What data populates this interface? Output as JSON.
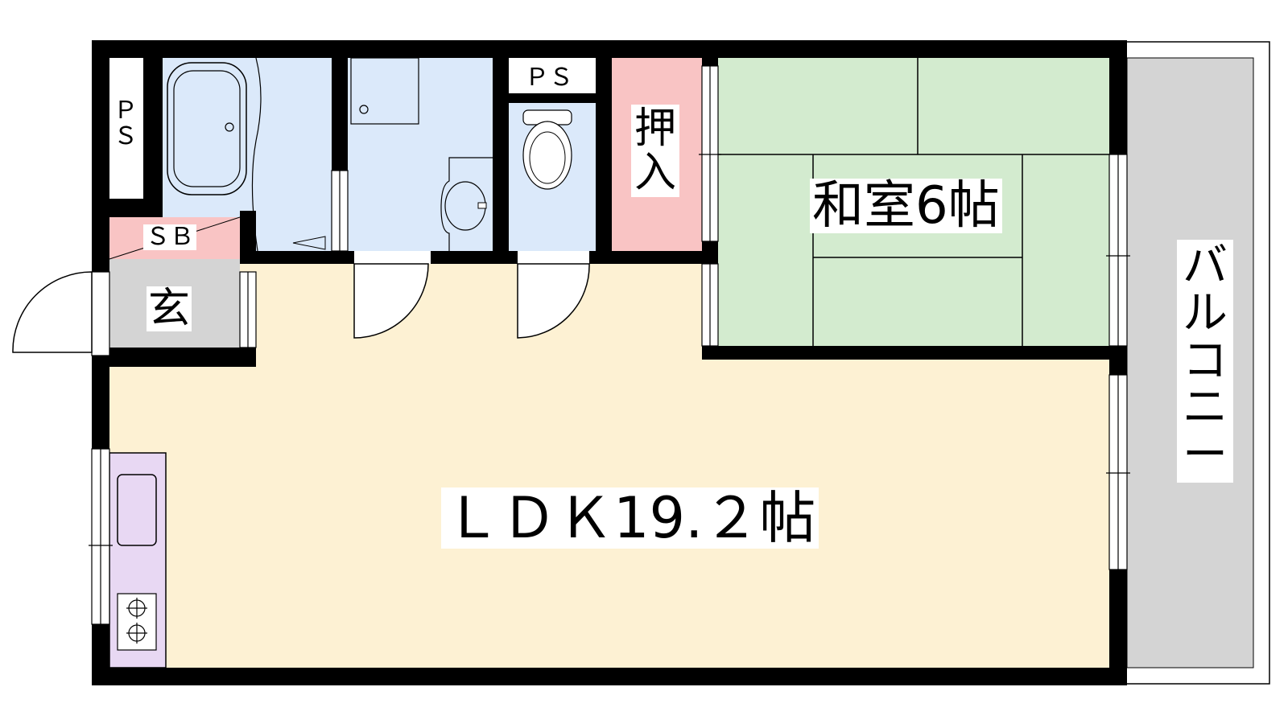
{
  "colors": {
    "wall": "#000000",
    "ldk": "#fdf1d3",
    "washitsu": "#d3ebcf",
    "wet_area": "#dbe9fa",
    "storage": "#f9c4c4",
    "genkan": "#d4d4d4",
    "balcony": "#d4d4d4",
    "kitchen": "#e8d8f3"
  },
  "rooms": {
    "ldk": "ＬＤＫ19.２帖",
    "washitsu": "和室6帖",
    "oshiire": "押入",
    "genkan": "玄",
    "shoe_box": "ＳＢ",
    "pipe_space_left": "ＰＳ",
    "pipe_space_top": "ＰＳ",
    "balcony": "バルコニー"
  }
}
